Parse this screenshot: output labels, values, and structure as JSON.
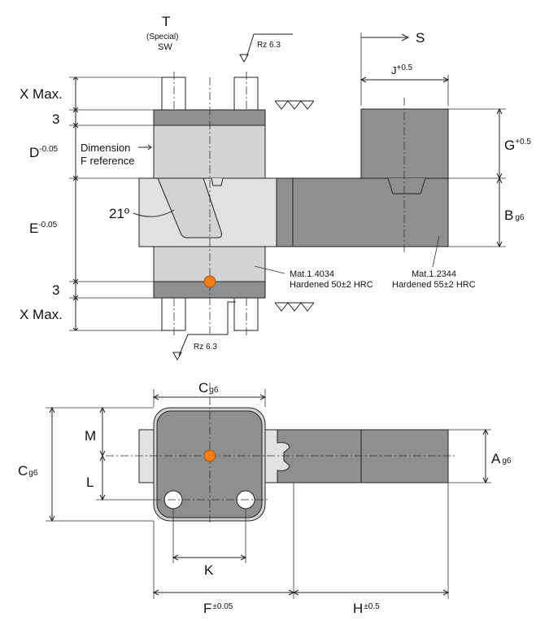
{
  "labels": {
    "T": "T",
    "special": "(Special)",
    "sw": "SW",
    "rz_top": "Rz 6.3",
    "rz_bottom": "Rz 6.3",
    "S": "S",
    "J": "J",
    "J_tol": "+0.5",
    "G": "G",
    "G_tol": "+0.5",
    "B": "B",
    "B_tol": "g6",
    "x_max_top": "X Max.",
    "x_max_bottom": "X Max.",
    "three_top": "3",
    "three_bottom": "3",
    "D": "D",
    "D_tol": "-0.05",
    "E": "E",
    "E_tol": "-0.05",
    "dimension_ref_line1": "Dimension",
    "dimension_ref_line2": "F reference",
    "angle": "21º",
    "mat1_line1": "Mat.1.4034",
    "mat1_line2": "Hardened 50±2 HRC",
    "mat2_line1": "Mat.1.2344",
    "mat2_line2": "Hardened 55±2 HRC",
    "C_top": "C",
    "C_top_tol": "g6",
    "C_left": "C",
    "C_left_tol": "g6",
    "M": "M",
    "L": "L",
    "A": "A",
    "A_tol": "g6",
    "K": "K",
    "F": "F",
    "F_tol": "±0.05",
    "H": "H",
    "H_tol": "±0.5"
  },
  "colors": {
    "body_light": "#d4d4d4",
    "body_mid": "#bcbcbc",
    "body_dark": "#8f8f8f",
    "slide_light": "#e2e2e2",
    "marker": "#f07d19"
  }
}
